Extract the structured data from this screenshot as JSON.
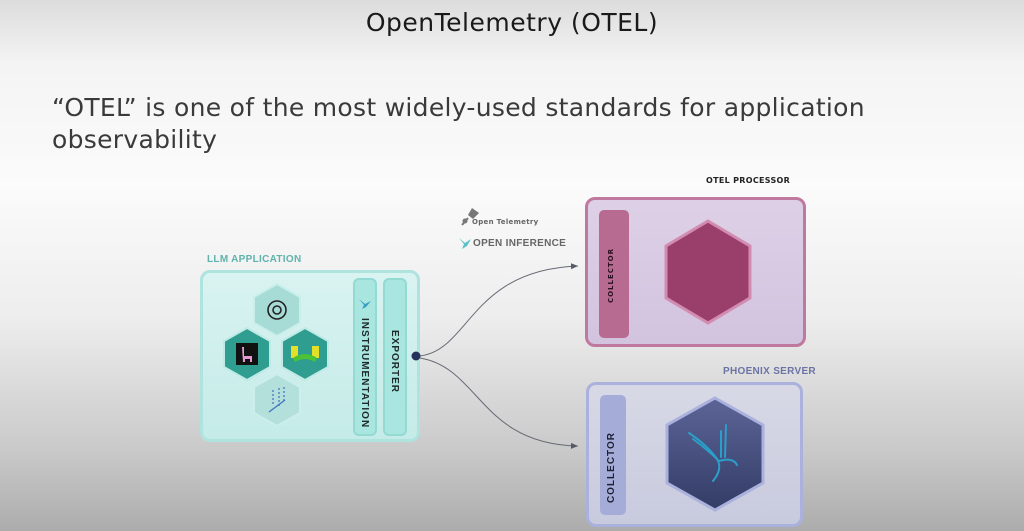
{
  "slide": {
    "title": "OpenTelemetry (OTEL)",
    "subtitle": "“OTEL” is one of the most widely-used standards for application observability"
  },
  "diagram": {
    "llm_application": {
      "label": "LLM APPLICATION",
      "frameworks": [
        {
          "name": "openai-icon"
        },
        {
          "name": "llamaindex-icon"
        },
        {
          "name": "huggingface-icon"
        },
        {
          "name": "dspy-icon"
        }
      ],
      "instrumentation_label": "INSTRUMENTATION",
      "exporter_label": "EXPORTER"
    },
    "protocol_logos": {
      "opentelemetry": "Open Telemetry",
      "openinference": "OPEN INFERENCE"
    },
    "otel_processor": {
      "label": "OTEL PROCESSOR",
      "collector_label": "COLLECTOR"
    },
    "phoenix_server": {
      "label": "PHOENIX SERVER",
      "collector_label": "COLLECTOR"
    },
    "colors": {
      "llm_accent": "#4fa9a2",
      "otel_accent": "#9a3f6c",
      "phoenix_accent": "#3e4a78",
      "connector": "#555a66"
    }
  }
}
